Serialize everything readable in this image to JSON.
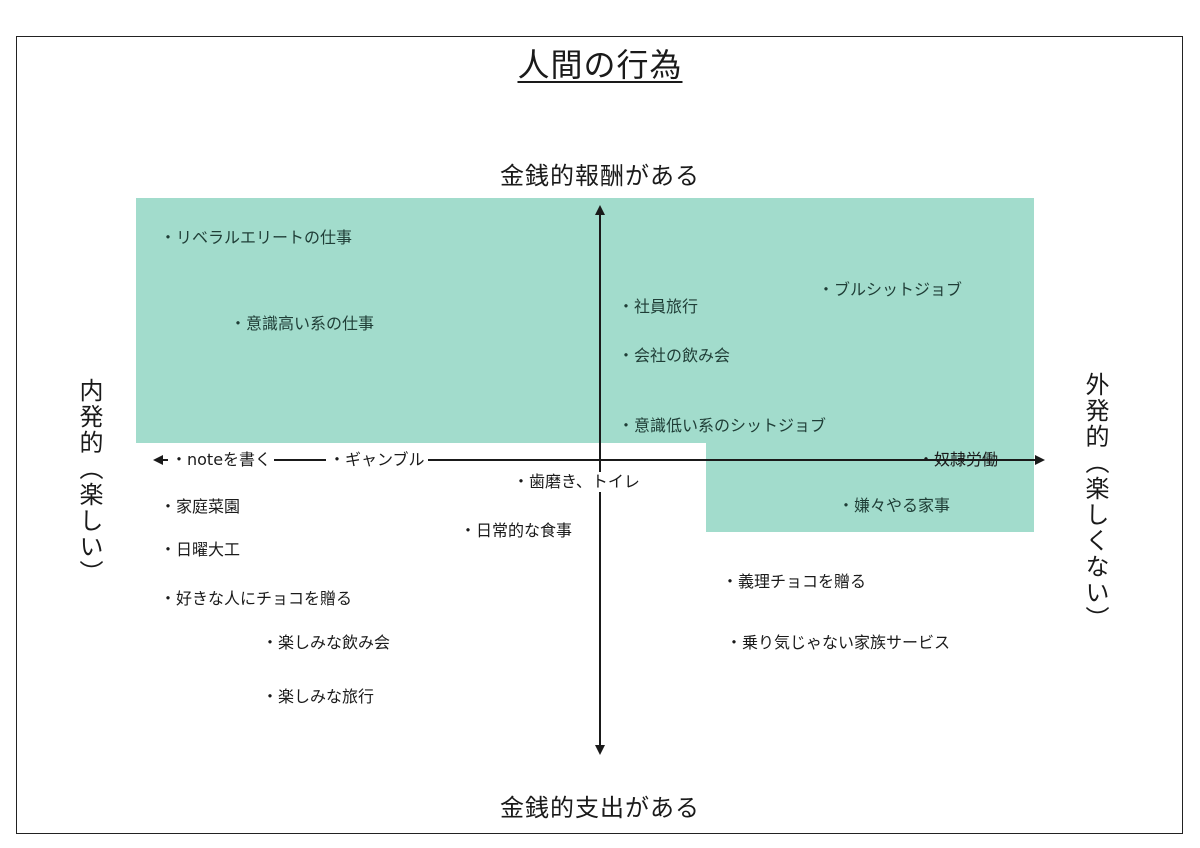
{
  "title": "人間の行為",
  "axes": {
    "top": "金銭的報酬がある",
    "bottom": "金銭的支出がある",
    "left": "内発的（楽しい）",
    "right": "外発的（楽しくない）"
  },
  "colors": {
    "highlight": "#a2dccc",
    "arrow": "#1a1a1a"
  },
  "items": {
    "liberal_elite_work": "・リベラルエリートの仕事",
    "high_awareness_work": "・意識高い系の仕事",
    "company_trip": "・社員旅行",
    "company_drinking": "・会社の飲み会",
    "low_awareness_shit_job": "・意識低い系のシットジョブ",
    "bullshit_job": "・ブルシットジョブ",
    "note_writing": "・noteを書く",
    "gamble": "・ギャンブル",
    "slave_labor": "・奴隷労働",
    "reluctant_housework": "・嫌々やる家事",
    "brushing_toilet": "・歯磨き、トイレ",
    "daily_meal": "・日常的な食事",
    "home_garden": "・家庭菜園",
    "sunday_carpentry": "・日曜大工",
    "chocolate_for_crush": "・好きな人にチョコを贈る",
    "fun_drinking": "・楽しみな飲み会",
    "fun_trip": "・楽しみな旅行",
    "obligation_chocolate": "・義理チョコを贈る",
    "reluctant_family_service": "・乗り気じゃない家族サービス"
  }
}
